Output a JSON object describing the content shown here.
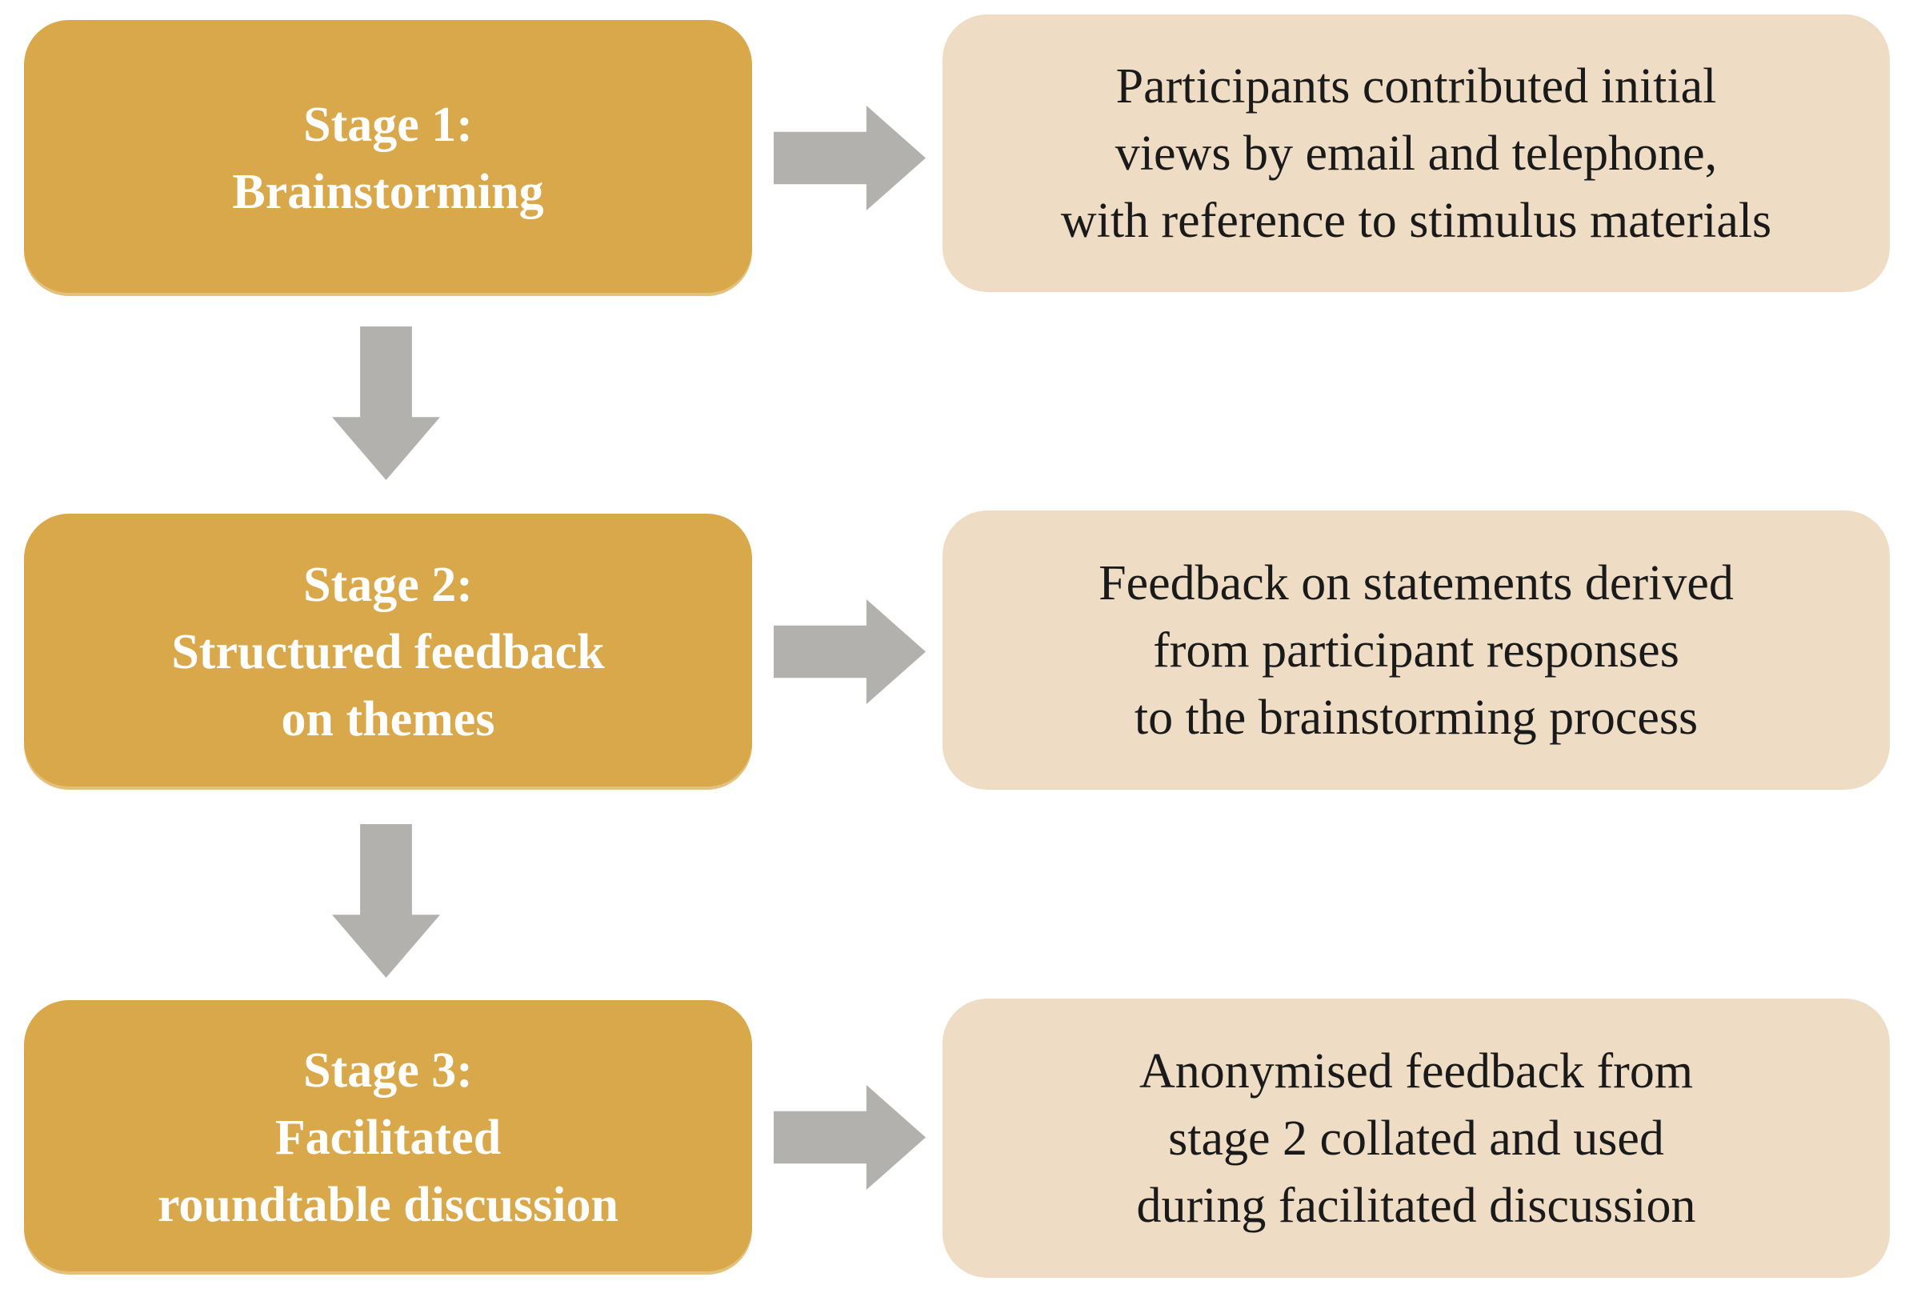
{
  "colors": {
    "background": "#FFFFFF",
    "stage_fill": "#D9A84A",
    "stage_text": "#FFFFFF",
    "description_fill": "#EEDDC4",
    "description_text": "#1A1A1A",
    "arrow": "#B3B1AE"
  },
  "stages": [
    {
      "label": [
        "Stage 1:",
        "Brainstorming"
      ],
      "description": [
        "Participants contributed initial",
        "views by email and telephone,",
        "with reference to stimulus materials"
      ]
    },
    {
      "label": [
        "Stage 2:",
        "Structured feedback",
        "on themes"
      ],
      "description": [
        "Feedback on statements derived",
        "from participant responses",
        "to the brainstorming process"
      ]
    },
    {
      "label": [
        "Stage 3:",
        "Facilitated",
        "roundtable discussion"
      ],
      "description": [
        "Anonymised feedback from",
        "stage 2 collated and used",
        "during facilitated discussion"
      ]
    }
  ]
}
